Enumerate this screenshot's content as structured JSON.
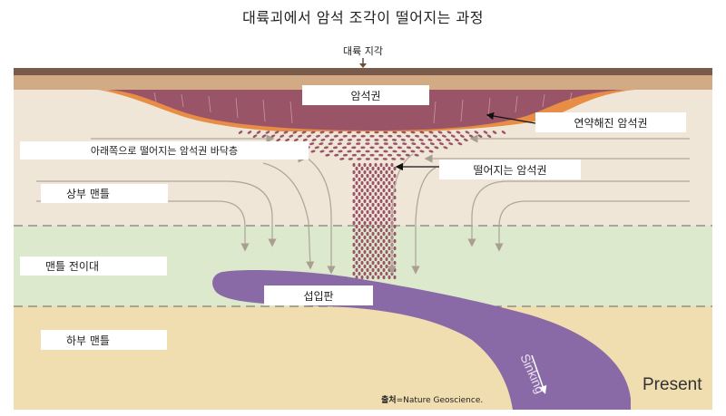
{
  "title": "대륙괴에서 암석 조각이 떨어지는 과정",
  "labels": {
    "crust": "대륙 지각",
    "lithosphere": "암석권",
    "weakened": "연약해진 암석권",
    "dripping_base": "아래쪽으로 떨어지는 암석권 바닥층",
    "falling": "떨어지는 암석권",
    "upper_mantle": "상부 맨틀",
    "transition": "맨틀 전이대",
    "slab": "섭입판",
    "lower_mantle": "하부 맨틀",
    "sinking": "Sinking",
    "present": "Present"
  },
  "source": {
    "prefix": "출처",
    "text": "=Nature Geoscience."
  },
  "colors": {
    "crust": "#7a5a4a",
    "upper_mantle": "#efe6d8",
    "transition": "#dde9cd",
    "lower_mantle": "#f0ddb0",
    "lithosphere": "#9a5468",
    "weak_layer": "#e88d45",
    "slab": "#8a6aa6",
    "flow_arrow": "#b0a89a"
  }
}
